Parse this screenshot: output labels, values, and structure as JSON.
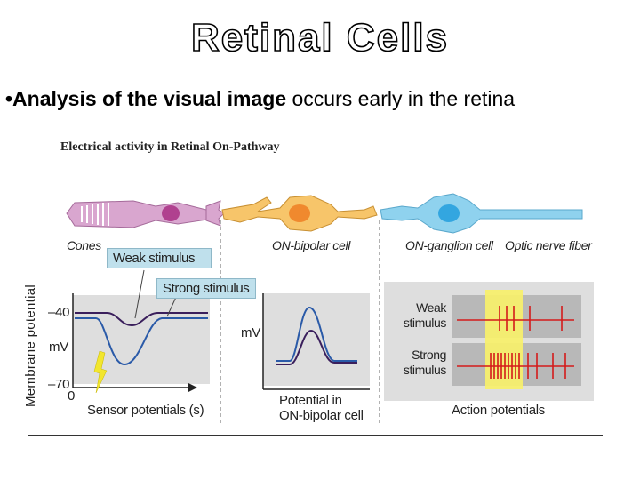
{
  "slide": {
    "title": "Retinal Cells",
    "bullet_bold": "•Analysis of the visual image",
    "bullet_rest": " occurs early in the retina"
  },
  "figure": {
    "title": "Electrical activity in Retinal On-Pathway",
    "cell_labels": {
      "cones": "Cones",
      "on_bipolar": "ON-bipolar cell",
      "on_ganglion": "ON-ganglion cell",
      "optic_nerve": "Optic nerve fiber"
    },
    "callouts": {
      "weak": "Weak stimulus",
      "strong": "Strong stimulus"
    },
    "sensor_panel": {
      "ylabel": "Membrane potential",
      "y_ticks": [
        "–40",
        "mV",
        "–70"
      ],
      "x_zero": "0",
      "xlabel": "Sensor potentials (s)"
    },
    "bipolar_panel": {
      "unit": "mV",
      "xlabel_line1": "Potential in",
      "xlabel_line2": "ON-bipolar cell"
    },
    "action_panel": {
      "weak_line1": "Weak",
      "weak_line2": "stimulus",
      "strong_line1": "Strong",
      "strong_line2": "stimulus",
      "xlabel": "Action potentials"
    },
    "colors": {
      "cone": "#d9a6cf",
      "cone_nucleus": "#b0418f",
      "bipolar": "#f7c56a",
      "bipolar_nucleus": "#f0892e",
      "ganglion": "#8fd2ee",
      "ganglion_nucleus": "#33a6e0",
      "panel": "#dedede",
      "highlight": "#f7f06a",
      "spike": "#d41a1a",
      "weak_trace": "#3a1f5c",
      "strong_trace": "#2a5aa8"
    }
  }
}
